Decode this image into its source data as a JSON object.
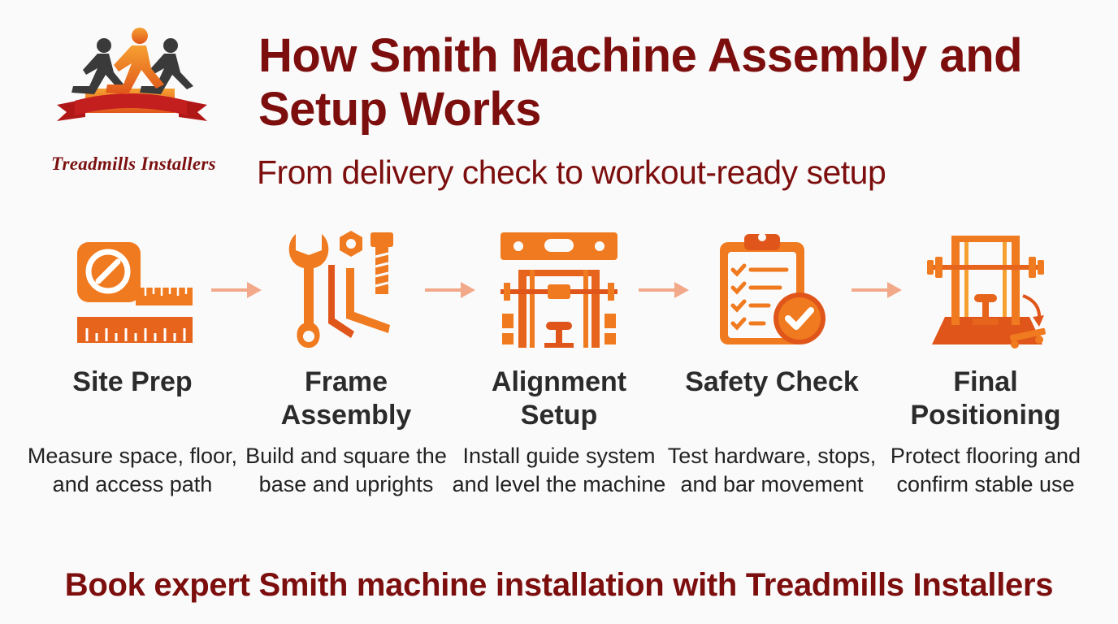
{
  "brand": {
    "name": "Treadmills Installers",
    "colors": {
      "accent": "#7c0e0e",
      "icon_orange": "#f07a1f",
      "icon_dark_orange": "#e0561a",
      "arrow": "#f2a98a"
    }
  },
  "header": {
    "title": "How Smith Machine Assembly and Setup Works",
    "subtitle": "From delivery check to workout-ready setup"
  },
  "steps": [
    {
      "icon": "tape-measure-icon",
      "title": "Site Prep",
      "description": "Measure space, floor, and access path"
    },
    {
      "icon": "tools-icon",
      "title": "Frame Assembly",
      "description": "Build and square the base and uprights"
    },
    {
      "icon": "level-frame-icon",
      "title": "Alignment Setup",
      "description": "Install guide system and level the machine"
    },
    {
      "icon": "checklist-icon",
      "title": "Safety Check",
      "description": "Test hardware, stops, and bar movement"
    },
    {
      "icon": "smith-machine-icon",
      "title": "Final Positioning",
      "description": "Protect flooring and confirm stable use"
    }
  ],
  "cta": {
    "text": "Book expert Smith machine installation with Treadmills Installers"
  }
}
